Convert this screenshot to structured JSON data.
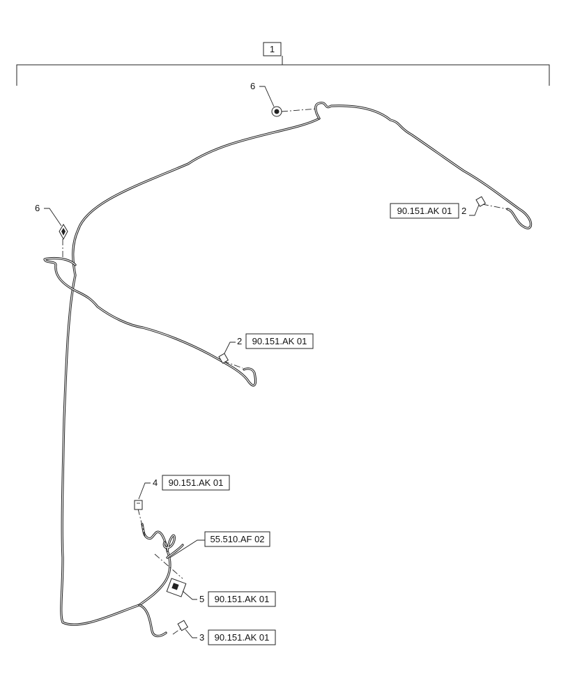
{
  "assembly": {
    "item_number": "1"
  },
  "callouts": [
    {
      "id": "grommet-top",
      "item": "6",
      "ref": ""
    },
    {
      "id": "grommet-left",
      "item": "6",
      "ref": ""
    },
    {
      "id": "connector-right",
      "item": "2",
      "ref": "90.151.AK 01"
    },
    {
      "id": "connector-mid",
      "item": "2",
      "ref": "90.151.AK 01"
    },
    {
      "id": "connector-4",
      "item": "4",
      "ref": "90.151.AK 01"
    },
    {
      "id": "harness-junction",
      "item": "",
      "ref": "55.510.AF 02"
    },
    {
      "id": "connector-5",
      "item": "5",
      "ref": "90.151.AK 01"
    },
    {
      "id": "connector-3",
      "item": "3",
      "ref": "90.151.AK 01"
    }
  ]
}
